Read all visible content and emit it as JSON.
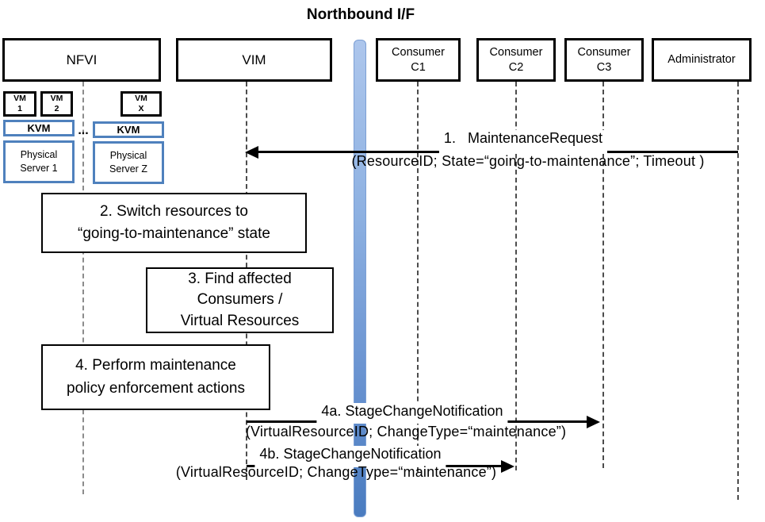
{
  "title": "Northbound I/F",
  "colors": {
    "actor_border": "#000000",
    "hypervisor_border": "#4f81bd",
    "boundary_bar_top": "#adc6ec",
    "boundary_bar_bottom": "#4a7cc0",
    "arrow": "#000000"
  },
  "actors": {
    "nfvi": {
      "label": "NFVI"
    },
    "vim": {
      "label": "VIM"
    },
    "c1": {
      "line1": "Consumer",
      "line2": "C1"
    },
    "c2": {
      "line1": "Consumer",
      "line2": "C2"
    },
    "c3": {
      "line1": "Consumer",
      "line2": "C3"
    },
    "admin": {
      "label": "Administrator"
    }
  },
  "nfvi_stack": {
    "vm1": {
      "line1": "VM",
      "line2": "1"
    },
    "vm2": {
      "line1": "VM",
      "line2": "2"
    },
    "vmx": {
      "line1": "VM",
      "line2": "X"
    },
    "kvm1": {
      "label": "KVM"
    },
    "kvm2": {
      "label": "KVM"
    },
    "dots": "...",
    "server1": {
      "line1": "Physical",
      "line2": "Server 1"
    },
    "serverz": {
      "line1": "Physical",
      "line2": "Server Z"
    }
  },
  "steps": {
    "s2": {
      "line1": "2. Switch resources to",
      "line2": "“going-to-maintenance” state"
    },
    "s3": {
      "line1": "3. Find affected",
      "line2": "Consumers /",
      "line3": "Virtual Resources"
    },
    "s4": {
      "line1": "4. Perform maintenance",
      "line2": "policy enforcement actions"
    }
  },
  "messages": {
    "m1": {
      "label": "1.   MaintenanceRequest",
      "params": "(ResourceID; State=“going-to-maintenance”; Timeout )"
    },
    "m4a": {
      "label": "4a. StageChangeNotification",
      "params": "(VirtualResourceID; ChangeType=“maintenance”)"
    },
    "m4b": {
      "label": "4b. StageChangeNotification",
      "params": "(VirtualResourceID; ChangeType=“maintenance”)"
    }
  }
}
